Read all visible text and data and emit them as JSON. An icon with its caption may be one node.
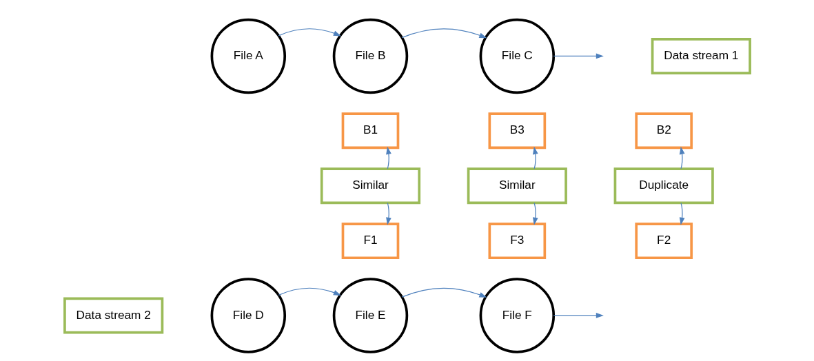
{
  "diagram": {
    "nodes": [
      {
        "text": [
          "File A"
        ]
      },
      {
        "text": [
          "File B"
        ]
      },
      {
        "text": [
          "File C"
        ]
      },
      {
        "text": [
          "Data stream 1"
        ]
      },
      {
        "text": [
          "B1"
        ]
      },
      {
        "text": [
          "B2"
        ]
      },
      {
        "text": [
          "B3"
        ]
      },
      {
        "text": [
          "Similar"
        ]
      },
      {
        "text": [
          "Duplicate"
        ]
      },
      {
        "text": [
          "Similar"
        ]
      },
      {
        "text": [
          "F1"
        ]
      },
      {
        "text": [
          "F2"
        ]
      },
      {
        "text": [
          "F3"
        ]
      },
      {
        "text": [
          "File D"
        ]
      },
      {
        "text": [
          "File E"
        ]
      },
      {
        "text": [
          "File F"
        ]
      },
      {
        "text": [
          "Data stream 2"
        ]
      }
    ],
    "edges": [
      {
        "from": 0,
        "to": 1,
        "arrow": "to"
      },
      {
        "from": 1,
        "to": 2,
        "arrow": "to"
      },
      {
        "from": 2,
        "to": null,
        "arrow": "to"
      },
      {
        "from": 7,
        "to": 4,
        "arrow": "to"
      },
      {
        "from": 7,
        "to": 10,
        "arrow": "to"
      },
      {
        "from": 8,
        "to": 5,
        "arrow": "to"
      },
      {
        "from": 8,
        "to": 11,
        "arrow": "to"
      },
      {
        "from": 9,
        "to": 6,
        "arrow": "to"
      },
      {
        "from": 9,
        "to": 12,
        "arrow": "to"
      },
      {
        "from": 13,
        "to": 14,
        "arrow": "to"
      },
      {
        "from": 14,
        "to": 15,
        "arrow": "to"
      },
      {
        "from": 15,
        "to": null,
        "arrow": "to"
      }
    ]
  }
}
